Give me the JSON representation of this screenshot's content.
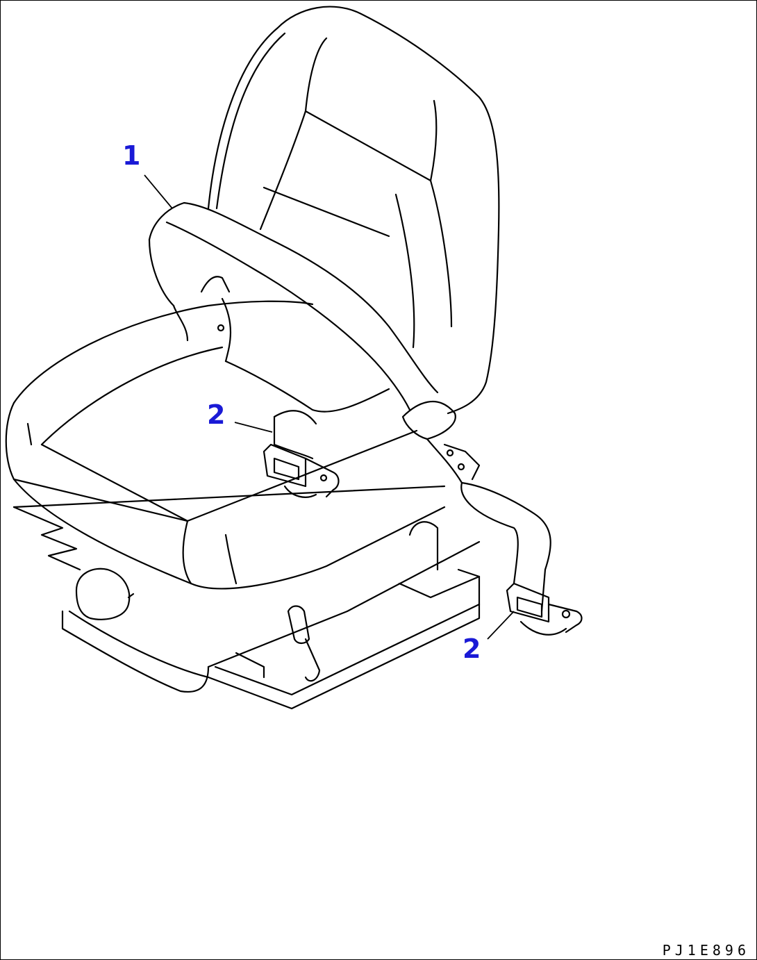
{
  "callouts": [
    {
      "id": "seat-belt",
      "label": "1"
    },
    {
      "id": "buckle-left",
      "label": "2"
    },
    {
      "id": "buckle-right",
      "label": "2"
    }
  ],
  "drawing_code": "PJ1E896",
  "colors": {
    "callout": "#1a1ad6",
    "line": "#000000",
    "background": "#ffffff"
  }
}
